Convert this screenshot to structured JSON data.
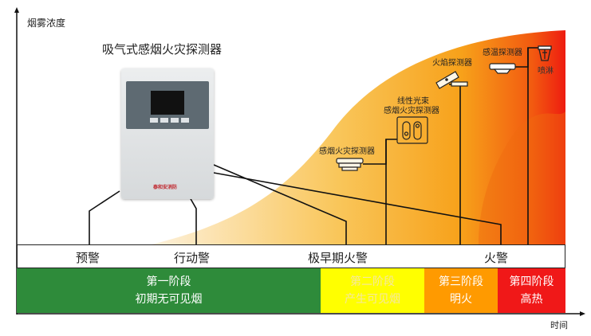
{
  "axes": {
    "y_label": "烟雾浓度",
    "x_label": "时间"
  },
  "device": {
    "title": "吸气式感烟火灾探测器",
    "brand": "泰和安消防"
  },
  "detectors": {
    "smoke": "感烟火灾探测器",
    "beam_line1": "线性光束",
    "beam_line2": "感烟火灾探测器",
    "flame": "火焰探测器",
    "heat": "感温探测器",
    "sprinkler": "喷淋"
  },
  "alarms": [
    "预警",
    "行动警",
    "极早期火警",
    "火警"
  ],
  "stages": [
    {
      "line1": "第一阶段",
      "line2": "初期无可见烟",
      "color": "#2e8b3a"
    },
    {
      "line1": "第二阶段",
      "line2": "产生可见烟",
      "color": "#ffff00"
    },
    {
      "line1": "第三阶段",
      "line2": "明火",
      "color": "#ff9a00"
    },
    {
      "line1": "第四阶段",
      "line2": "高热",
      "color": "#f01818"
    }
  ]
}
